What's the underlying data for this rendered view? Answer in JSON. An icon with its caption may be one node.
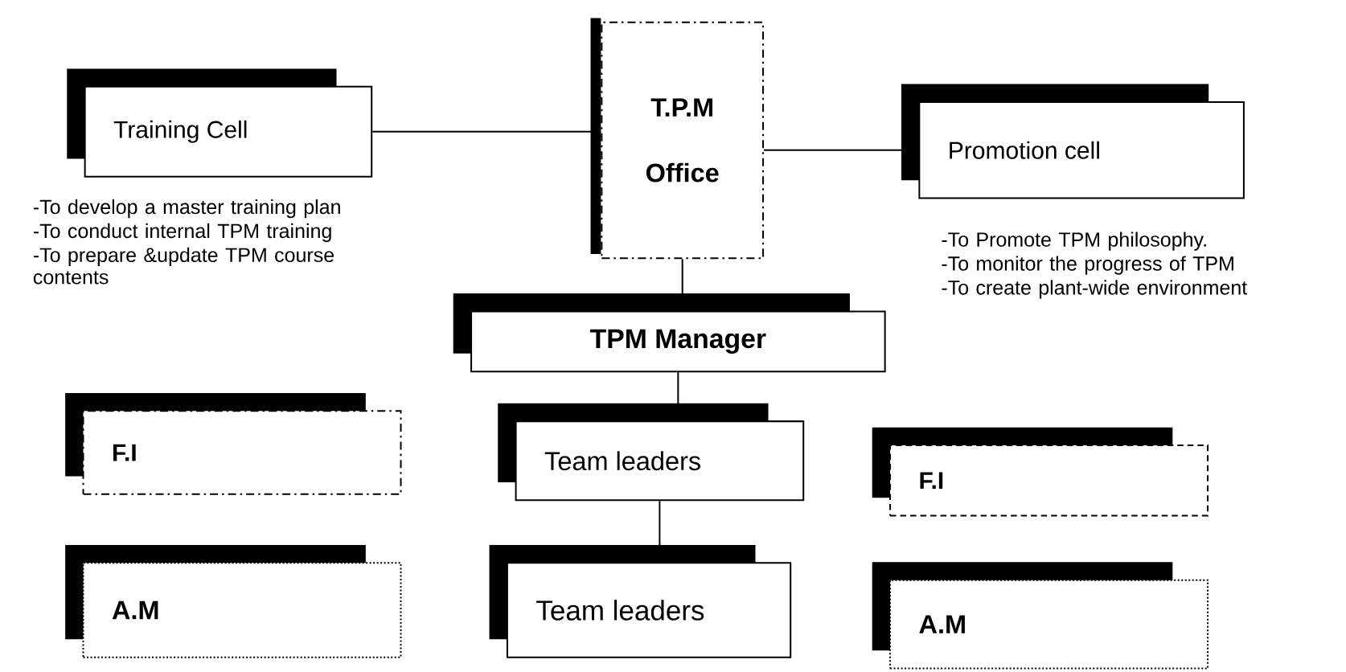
{
  "diagram": {
    "nodes": [
      {
        "text": [
          "Training Cell"
        ],
        "beside": [
          "-To develop a master training plan",
          "-To conduct internal TPM training",
          "-To prepare &update TPM course contents"
        ]
      },
      {
        "text": [
          "T.P.M",
          "Office"
        ]
      },
      {
        "text": [
          "Promotion cell"
        ],
        "beside": [
          "-To Promote TPM philosophy.",
          "-To monitor the progress of TPM",
          "-To create plant-wide environment"
        ]
      },
      {
        "text": [
          "TPM   Manager"
        ]
      },
      {
        "text": [
          "F.I"
        ]
      },
      {
        "text": [
          "Team leaders"
        ]
      },
      {
        "text": [
          "F.I"
        ]
      },
      {
        "text": [
          "A.M"
        ]
      },
      {
        "text": [
          "Team leaders"
        ]
      },
      {
        "text": [
          "A.M"
        ]
      }
    ],
    "edges": [
      {
        "from": 0,
        "to": 1,
        "arrow": "none"
      },
      {
        "from": 1,
        "to": 2,
        "arrow": "none"
      },
      {
        "from": 1,
        "to": 3,
        "arrow": "none"
      },
      {
        "from": 3,
        "to": 5,
        "arrow": "none"
      },
      {
        "from": 5,
        "to": 8,
        "arrow": "none"
      }
    ]
  }
}
